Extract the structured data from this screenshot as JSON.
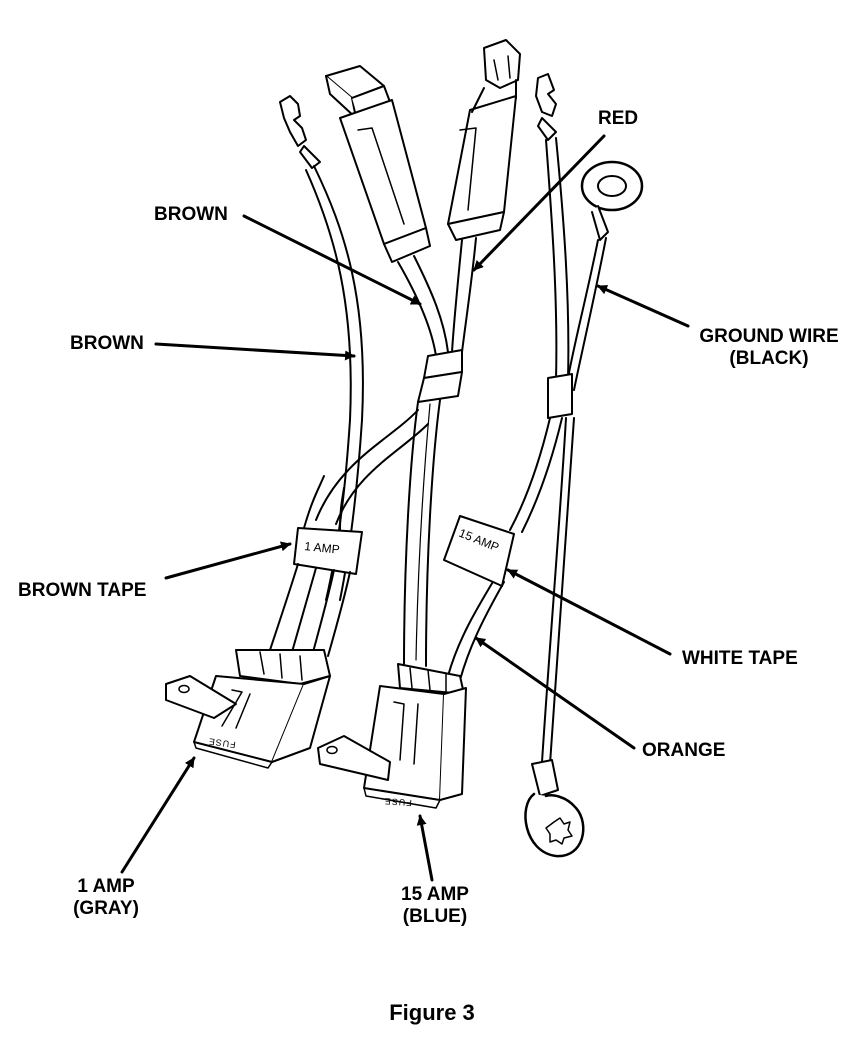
{
  "labels": {
    "red": "RED",
    "brown_upper": "BROWN",
    "brown_left": "BROWN",
    "ground_wire_line1": "GROUND WIRE",
    "ground_wire_line2": "(BLACK)",
    "brown_tape": "BROWN TAPE",
    "white_tape": "WHITE TAPE",
    "orange": "ORANGE",
    "amp1_line1": "1 AMP",
    "amp1_line2": "(GRAY)",
    "amp15_line1": "15 AMP",
    "amp15_line2": "(BLUE)"
  },
  "tapes": {
    "brown_tape_text": "1 AMP",
    "white_tape_text": "15 AMP"
  },
  "fuse_holders": {
    "left_text": "FUSE",
    "right_text": "FUSE"
  },
  "caption": "Figure 3"
}
